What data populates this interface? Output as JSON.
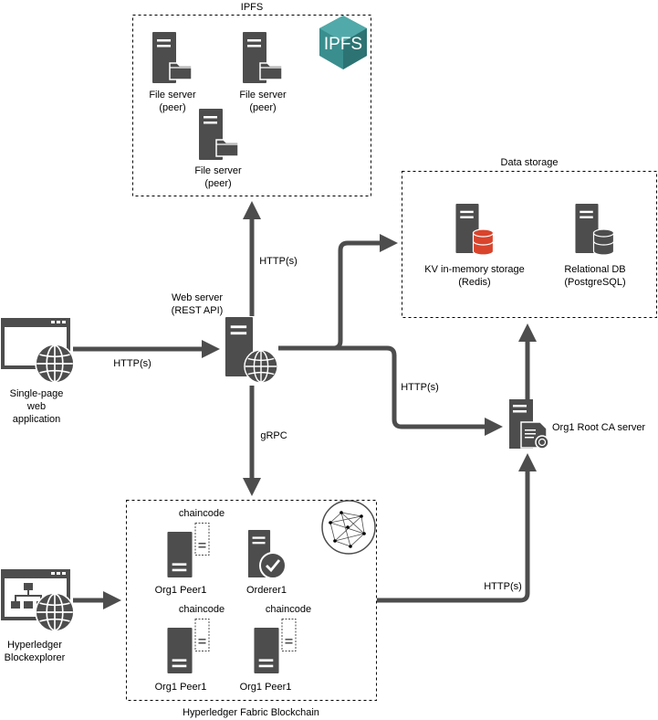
{
  "ipfs": {
    "title": "IPFS",
    "logo_text": "IPFS",
    "servers": [
      {
        "line1": "File server",
        "line2": "(peer)"
      },
      {
        "line1": "File server",
        "line2": "(peer)"
      },
      {
        "line1": "File server",
        "line2": "(peer)"
      }
    ]
  },
  "storage": {
    "title": "Data storage",
    "kv": {
      "line1": "KV in-memory storage",
      "line2": "(Redis)"
    },
    "relational": {
      "line1": "Relational DB",
      "line2": "(PostgreSQL)"
    }
  },
  "webserver": {
    "line1": "Web server",
    "line2": "(REST API)"
  },
  "spa": {
    "line1": "Single-page",
    "line2": "web",
    "line3": "application"
  },
  "explorer": {
    "line1": "Hyperledger",
    "line2": "Blockexplorer"
  },
  "ca": {
    "label": "Org1 Root CA server"
  },
  "fabric": {
    "title": "Hyperledger Fabric Blockchain",
    "chaincode": "chaincode",
    "peer_top": "Org1 Peer1",
    "orderer": "Orderer1",
    "peer_bottom_left": "Org1 Peer1",
    "peer_bottom_right": "Org1 Peer1"
  },
  "connections": {
    "spa_to_web": "HTTP(s)",
    "web_to_ipfs": "HTTP(s)",
    "web_to_fabric": "gRPC",
    "web_to_ca": "HTTP(s)",
    "fabric_to_ca": "HTTP(s)"
  },
  "colors": {
    "icon": "#4d4d4d",
    "arrow": "#4d4d4d",
    "redis": "#d9442c",
    "ipfs_logo": "#3a8e8e",
    "ipfs_logo_dark": "#2d7373"
  }
}
